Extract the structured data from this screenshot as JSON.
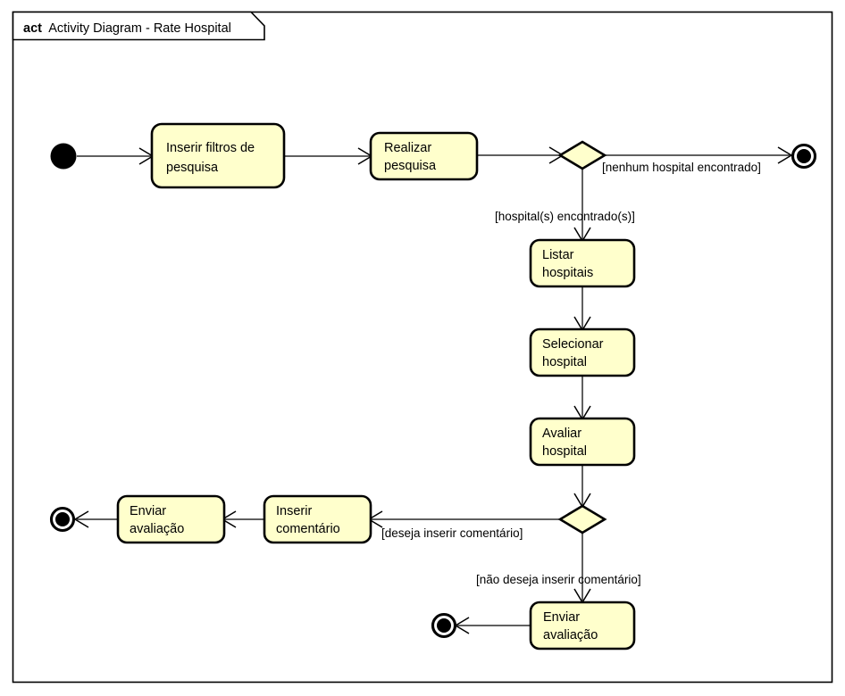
{
  "frame": {
    "keyword": "act",
    "title": "Activity Diagram - Rate Hospital",
    "border_color": "#000000",
    "background": "#ffffff"
  },
  "style": {
    "node_fill": "#ffffcc",
    "node_stroke": "#000000",
    "edge_color": "#2b2b2b",
    "text_color": "#000000"
  },
  "nodes": {
    "initial": {
      "kind": "initial-node",
      "label": ""
    },
    "inserir_filtros": {
      "kind": "action",
      "line1": "Inserir filtros de",
      "line2": "pesquisa"
    },
    "realizar_pesquisa": {
      "kind": "action",
      "line1": "Realizar",
      "line2": "pesquisa"
    },
    "decision_busca": {
      "kind": "decision",
      "label": ""
    },
    "final_sem_hospital": {
      "kind": "final-node",
      "label": ""
    },
    "listar_hospitais": {
      "kind": "action",
      "line1": "Listar",
      "line2": "hospitais"
    },
    "selecionar_hospital": {
      "kind": "action",
      "line1": "Selecionar",
      "line2": "hospital"
    },
    "avaliar_hospital": {
      "kind": "action",
      "line1": "Avaliar",
      "line2": "hospital"
    },
    "decision_comentario": {
      "kind": "decision",
      "label": ""
    },
    "inserir_comentario": {
      "kind": "action",
      "line1": "Inserir",
      "line2": "comentário"
    },
    "enviar_avaliacao_com": {
      "kind": "action",
      "line1": "Enviar",
      "line2": "avaliação"
    },
    "final_com_comentario": {
      "kind": "final-node",
      "label": ""
    },
    "enviar_avaliacao_sem": {
      "kind": "action",
      "line1": "Enviar",
      "line2": "avaliação"
    },
    "final_sem_comentario": {
      "kind": "final-node",
      "label": ""
    }
  },
  "guards": {
    "nenhum_hospital": "[nenhum hospital encontrado]",
    "hospitais_encontrados": "[hospital(s) encontrado(s)]",
    "deseja_comentario": "[deseja inserir comentário]",
    "nao_deseja_comentario": "[não deseja inserir comentário]"
  }
}
